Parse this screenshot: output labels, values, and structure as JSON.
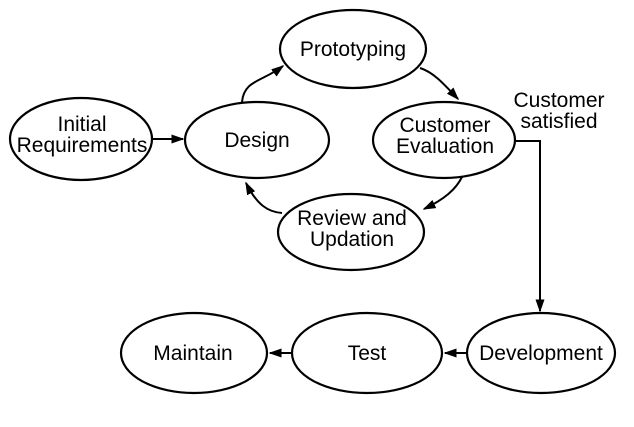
{
  "diagram": {
    "background_color": "#ffffff",
    "line_color": "#000000",
    "text_color": "#000000",
    "nodes": {
      "initial_requirements": {
        "line1": "Initial",
        "line2": "Requirements"
      },
      "design": {
        "label": "Design"
      },
      "prototyping": {
        "label": "Prototyping"
      },
      "customer_evaluation": {
        "line1": "Customer",
        "line2": "Evaluation"
      },
      "review_and_updation": {
        "line1": "Review and",
        "line2": "Updation"
      },
      "development": {
        "label": "Development"
      },
      "test": {
        "label": "Test"
      },
      "maintain": {
        "label": "Maintain"
      }
    },
    "annotation": {
      "line1": "Customer",
      "line2": "satisfied"
    },
    "edges": [
      {
        "from": "Initial Requirements",
        "to": "Design",
        "label": ""
      },
      {
        "from": "Design",
        "to": "Prototyping",
        "label": ""
      },
      {
        "from": "Prototyping",
        "to": "Customer Evaluation",
        "label": ""
      },
      {
        "from": "Customer Evaluation",
        "to": "Review and Updation",
        "label": ""
      },
      {
        "from": "Review and Updation",
        "to": "Design",
        "label": ""
      },
      {
        "from": "Customer Evaluation",
        "to": "Development",
        "label": "Customer satisfied"
      },
      {
        "from": "Development",
        "to": "Test",
        "label": ""
      },
      {
        "from": "Test",
        "to": "Maintain",
        "label": ""
      }
    ]
  }
}
